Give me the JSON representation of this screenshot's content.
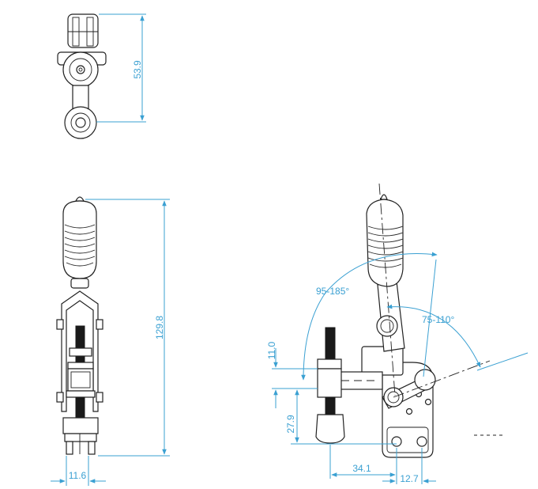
{
  "drawing": {
    "dimension_color": "#3aa0d2",
    "line_color": "#222222",
    "dimensions": {
      "top_view_height": "53.9",
      "front_view_height": "129.8",
      "front_view_width": "11.6",
      "handle_open_angle": "95-185°",
      "handle_angle": "75-110°",
      "spindle_height": "11.0",
      "base_to_spindle": "27.9",
      "spindle_offset": "34.1",
      "hole_spacing": "12.7"
    }
  }
}
